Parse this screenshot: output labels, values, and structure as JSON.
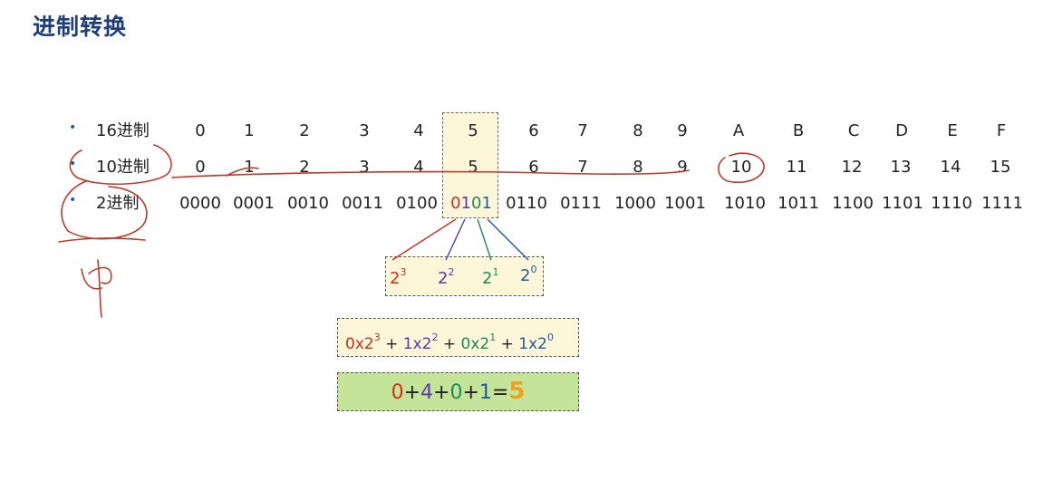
{
  "title": "进制转换",
  "rows": {
    "hex": {
      "label": "16进制",
      "values": [
        "0",
        "1",
        "2",
        "3",
        "4",
        "5",
        "6",
        "7",
        "8",
        "9",
        "A",
        "B",
        "C",
        "D",
        "E",
        "F"
      ]
    },
    "dec": {
      "label": "10进制",
      "values": [
        "0",
        "1",
        "2",
        "3",
        "4",
        "5",
        "6",
        "7",
        "8",
        "9",
        "10",
        "11",
        "12",
        "13",
        "14",
        "15"
      ]
    },
    "bin": {
      "label": "2进制",
      "values": [
        "0000",
        "0001",
        "0010",
        "0011",
        "0100",
        "0101",
        "0110",
        "0111",
        "1000",
        "1001",
        "1010",
        "1011",
        "1100",
        "1101",
        "1110",
        "1111"
      ]
    }
  },
  "highlight": {
    "digits": [
      "0",
      "1",
      "0",
      "1"
    ]
  },
  "powers": {
    "base": "2",
    "exps": [
      "3",
      "2",
      "1",
      "0"
    ]
  },
  "expression": {
    "terms": [
      {
        "coef": "0x2",
        "exp": "3"
      },
      {
        "coef": "1x2",
        "exp": "2"
      },
      {
        "coef": "0x2",
        "exp": "1"
      },
      {
        "coef": "1x2",
        "exp": "0"
      }
    ],
    "plus": "+"
  },
  "sum": {
    "parts": [
      "0",
      "4",
      "0",
      "1"
    ],
    "plus": "+",
    "equals": "=",
    "result": "5"
  },
  "colors": {
    "title": "#1f3f7a",
    "red": "#d22d1e",
    "purple": "#5b3aa5",
    "green": "#1d8a5a",
    "blue": "#1f5aa6",
    "orange": "#f0a020",
    "annotation": "#c0392b"
  }
}
